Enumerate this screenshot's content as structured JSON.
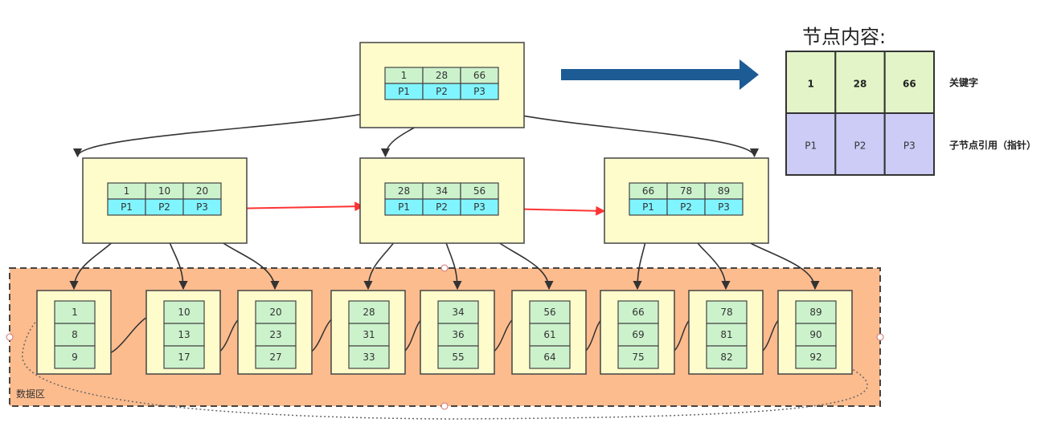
{
  "legend": {
    "title": "节点内容:",
    "keys": [
      "1",
      "28",
      "66"
    ],
    "pointers": [
      "P1",
      "P2",
      "P3"
    ],
    "keys_label": "关键字",
    "pointers_label": "子节点引用（指针）"
  },
  "root": {
    "keys": [
      "1",
      "28",
      "66"
    ],
    "pointers": [
      "P1",
      "P2",
      "P3"
    ]
  },
  "internal_nodes": [
    {
      "keys": [
        "1",
        "10",
        "20"
      ],
      "pointers": [
        "P1",
        "P2",
        "P3"
      ]
    },
    {
      "keys": [
        "28",
        "34",
        "56"
      ],
      "pointers": [
        "P1",
        "P2",
        "P3"
      ]
    },
    {
      "keys": [
        "66",
        "78",
        "89"
      ],
      "pointers": [
        "P1",
        "P2",
        "P3"
      ]
    }
  ],
  "leaf_nodes": [
    [
      "1",
      "8",
      "9"
    ],
    [
      "10",
      "13",
      "17"
    ],
    [
      "20",
      "23",
      "27"
    ],
    [
      "28",
      "31",
      "33"
    ],
    [
      "34",
      "36",
      "55"
    ],
    [
      "56",
      "61",
      "64"
    ],
    [
      "66",
      "69",
      "75"
    ],
    [
      "78",
      "81",
      "82"
    ],
    [
      "89",
      "90",
      "92"
    ]
  ],
  "data_area_label": "数据区",
  "colors": {
    "node_bg": "#fffccc",
    "key_cell": "#ccf2cc",
    "pointer_cell": "#80f5ff",
    "data_area": "#fdbc8e",
    "legend_key": "#e3f5c8",
    "legend_pointer": "#ccccf6",
    "sibling_arrow": "#ff3333",
    "big_arrow": "#1d5b94"
  }
}
